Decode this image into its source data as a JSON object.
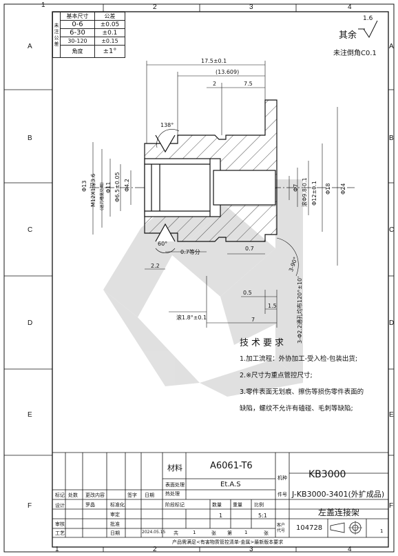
{
  "zones": {
    "top": [
      "1",
      "2",
      "3",
      "4"
    ],
    "bottom": [
      "1",
      "2",
      "3",
      "4"
    ],
    "left": [
      "A",
      "B",
      "C",
      "D",
      "E",
      "F"
    ],
    "right": [
      "A",
      "B",
      "C",
      "D",
      "E",
      "F"
    ]
  },
  "tolerance_table": {
    "side_label": "未注公差",
    "header": [
      "基本尺寸",
      "公差"
    ],
    "rows": [
      [
        "0-6",
        "±0.05"
      ],
      [
        "6-30",
        "±0.1"
      ],
      [
        "30-120",
        "±0.15"
      ],
      [
        "角度",
        "±1°"
      ]
    ]
  },
  "surface_note": {
    "roughness": "1.6",
    "remaining_label": "其余",
    "chamfer_note": "未注倒角C0.1"
  },
  "dimensions": {
    "len_total": "17.5±0.1",
    "len_ref": "(13.609)",
    "len_2": "2",
    "len_7_5": "7.5",
    "angle_138": "138°",
    "d13": "Φ13",
    "thread": "M12X1深3.6",
    "thread_sub": "(退刀槽宽见图)",
    "d11": "Φ11",
    "d6_5": "Φ6.5±0.05",
    "d4_2": "Φ4.2",
    "angle_60": "60°",
    "len_0_7_dia": "0.7等分",
    "len_2_2": "2.2",
    "d7": "Φ7",
    "d9_8": "滚Φ9.8-0.1",
    "d12": "Φ12±0.1",
    "d18": "Φ18",
    "d24": "Φ24",
    "len_0_7": "0.7",
    "angle_3_90": "3-90°",
    "len_0_5": "0.5",
    "len_1_5": "1.5",
    "len_7": "7",
    "angle_1_8": "滚1.8°±0.1",
    "slots": "3-Φ2.2通孔均布120°±10'"
  },
  "tech_requirements": {
    "title": "技术要求",
    "items": [
      "1.加工流程：外协加工-受入检-包装出货;",
      "2.※尺寸为重点管控尺寸;",
      "3.零件表面无划痕、擦伤等损伤零件表面的",
      "缺陷，螺纹不允许有磕碰、毛刺等缺陷;"
    ]
  },
  "title_block": {
    "material_label": "材料",
    "material": "A6061-T6",
    "surface_label": "表面处理",
    "surface": "Et.A.S",
    "heat_label": "热处理",
    "model_label": "机种",
    "model": "KB3000",
    "partno_label": "件号",
    "partno": "J-KB3000-3401(外扩成品)",
    "name": "左盖连接架",
    "customer_label": "客户代号",
    "customer_code": "104728",
    "rev_headers": [
      "标记",
      "处数",
      "更改内容",
      "签字",
      "日期"
    ],
    "design_label": "设计",
    "designer": "罗晶",
    "standard_label": "标准化",
    "check_label": "审核",
    "approve_label": "审定",
    "process_label": "工艺",
    "ratify_label": "批准",
    "date_label": "日期",
    "date": "2024.05.15",
    "stage_label": "阶段标记",
    "qty_label": "数量",
    "weight_label": "重量",
    "scale_label": "比例",
    "qty": "1",
    "scale": "5:1",
    "sheets_total_label": "共",
    "sheets_total": "1",
    "sheets_unit": "张",
    "sheet_no_label": "第",
    "sheet_no": "1",
    "sheet_unit2": "张",
    "footer": "产品需满足<有害物质管控清单-金属>最新版本要求",
    "sheet_corner": "1"
  }
}
